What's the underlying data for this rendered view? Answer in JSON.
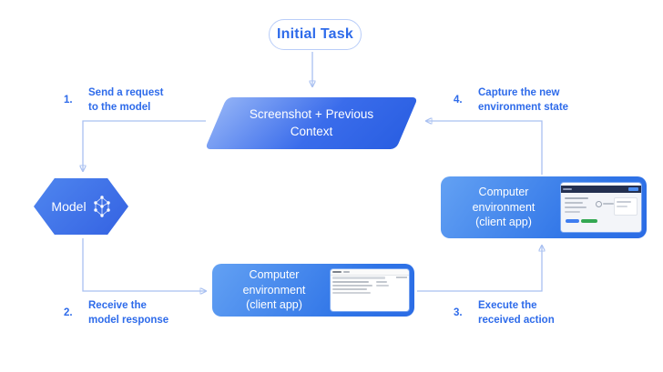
{
  "pill": {
    "label": "Initial Task"
  },
  "parallelogram": {
    "label": "Screenshot + Previous\nContext"
  },
  "model": {
    "label": "Model"
  },
  "env_bottom": {
    "label": "Computer environment\n(client app)"
  },
  "env_right": {
    "label": "Computer environment\n(client app)"
  },
  "steps": [
    {
      "num": "1.",
      "label": "Send a request\nto the model"
    },
    {
      "num": "2.",
      "label": "Receive the\nmodel response"
    },
    {
      "num": "3.",
      "label": "Execute the\nreceived action"
    },
    {
      "num": "4.",
      "label": "Capture the new\nenvironment state"
    }
  ],
  "colors": {
    "accent_text": "#2e6bea",
    "shape_gradient_light": "#8fb0f6",
    "shape_gradient_dark": "#2a5fe2",
    "arrow": "#a9c0f1",
    "green_button": "#34a853"
  }
}
